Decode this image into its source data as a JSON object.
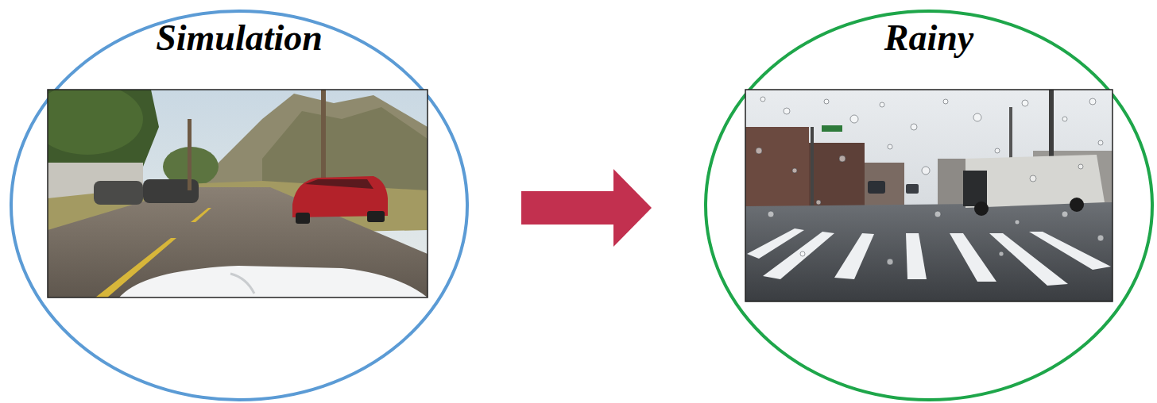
{
  "diagram": {
    "nodes": [
      {
        "text": [
          "Simulation"
        ]
      },
      {
        "text": [
          "Rainy"
        ]
      }
    ],
    "edges": [
      {
        "from": 0,
        "to": 1,
        "arrow": "to"
      }
    ]
  }
}
